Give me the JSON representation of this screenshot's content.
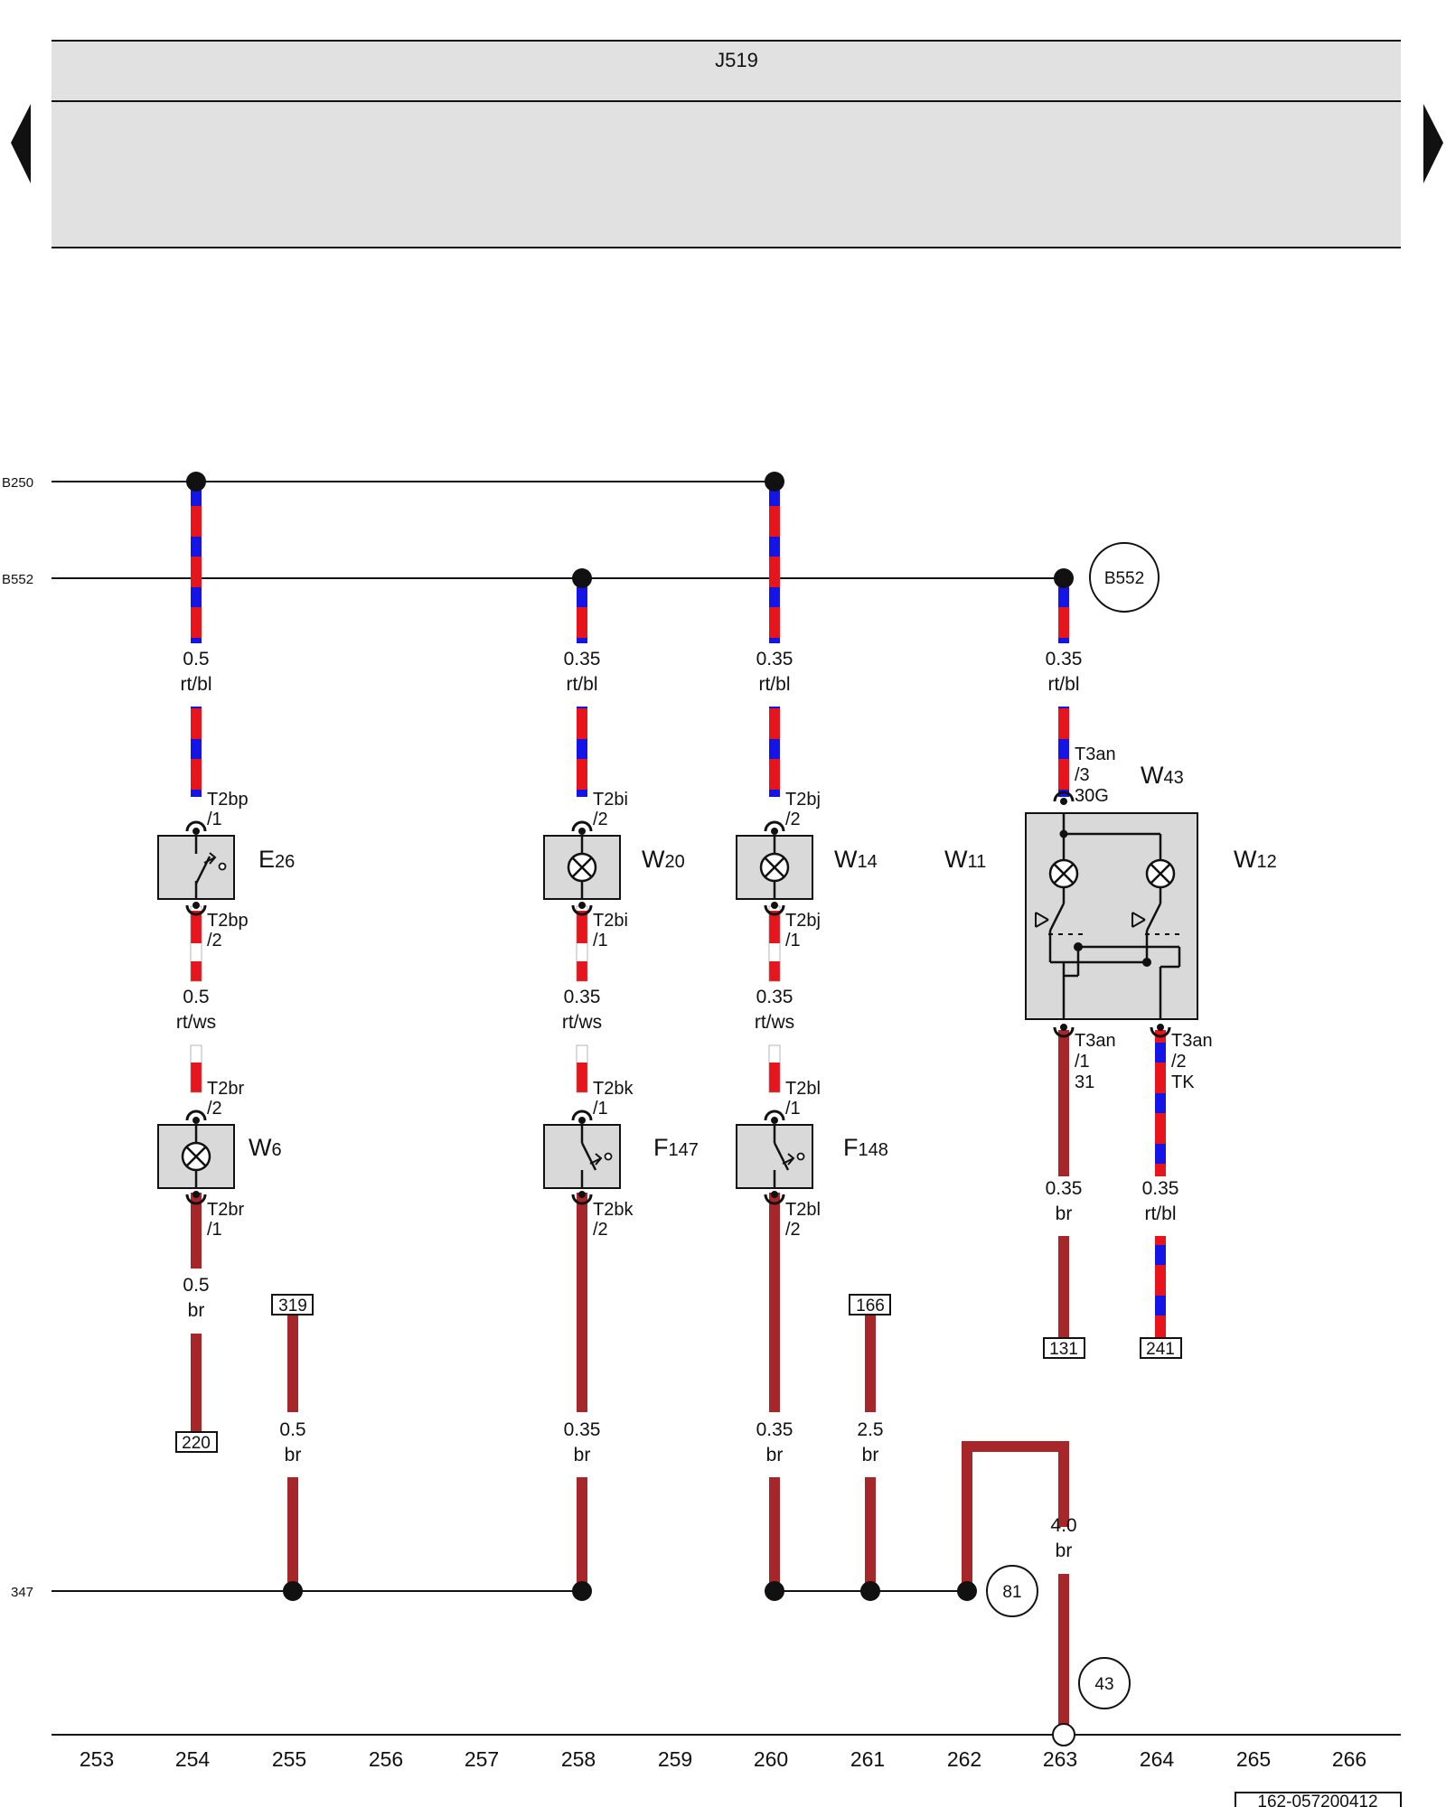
{
  "header": {
    "title": "J519"
  },
  "rails": [
    {
      "id": "r250",
      "label": "B250"
    },
    {
      "id": "r552",
      "label": "B552"
    },
    {
      "id": "r347",
      "label": "347"
    }
  ],
  "b552_marker": "B552",
  "grid_numbers": [
    "253",
    "254",
    "255",
    "256",
    "257",
    "258",
    "259",
    "260",
    "261",
    "262",
    "263",
    "264",
    "265",
    "266"
  ],
  "footer_code": "162-057200412",
  "components": [
    {
      "main": "E",
      "sub": "26"
    },
    {
      "main": "W",
      "sub": "20"
    },
    {
      "main": "W",
      "sub": "14"
    },
    {
      "main": "W",
      "sub": "11"
    },
    {
      "main": "W",
      "sub": "43"
    },
    {
      "main": "W",
      "sub": "12"
    },
    {
      "main": "W",
      "sub": "6"
    },
    {
      "main": "F",
      "sub": "147"
    },
    {
      "main": "F",
      "sub": "148"
    }
  ],
  "wire_labels": [
    {
      "gauge": "0.5",
      "color": "rt/bl"
    },
    {
      "gauge": "0.35",
      "color": "rt/bl"
    },
    {
      "gauge": "0.35",
      "color": "rt/bl"
    },
    {
      "gauge": "0.35",
      "color": "rt/bl"
    },
    {
      "gauge": "0.5",
      "color": "rt/ws"
    },
    {
      "gauge": "0.35",
      "color": "rt/ws"
    },
    {
      "gauge": "0.35",
      "color": "rt/ws"
    },
    {
      "gauge": "0.35",
      "color": "br"
    },
    {
      "gauge": "0.35",
      "color": "rt/bl"
    },
    {
      "gauge": "0.5",
      "color": "br"
    },
    {
      "gauge": "0.5",
      "color": "br"
    },
    {
      "gauge": "0.35",
      "color": "br"
    },
    {
      "gauge": "0.35",
      "color": "br"
    },
    {
      "gauge": "2.5",
      "color": "br"
    },
    {
      "gauge": "4.0",
      "color": "br"
    }
  ],
  "pins": [
    {
      "name": "T2bp",
      "num": "/1"
    },
    {
      "name": "T2bp",
      "num": "/2"
    },
    {
      "name": "T2bi",
      "num": "/2"
    },
    {
      "name": "T2bi",
      "num": "/1"
    },
    {
      "name": "T2bj",
      "num": "/2"
    },
    {
      "name": "T2bj",
      "num": "/1"
    },
    {
      "name": "T2br",
      "num": "/2"
    },
    {
      "name": "T2br",
      "num": "/1"
    },
    {
      "name": "T2bk",
      "num": "/1"
    },
    {
      "name": "T2bk",
      "num": "/2"
    },
    {
      "name": "T2bl",
      "num": "/1"
    },
    {
      "name": "T2bl",
      "num": "/2"
    },
    {
      "name": "T3an",
      "num": "/3",
      "extra": "30G"
    },
    {
      "name": "T3an",
      "num": "/1",
      "extra": "31"
    },
    {
      "name": "T3an",
      "num": "/2",
      "extra": "TK"
    }
  ],
  "refs": [
    "319",
    "220",
    "166",
    "131",
    "241"
  ],
  "ground_markers": [
    "81",
    "43"
  ],
  "colors": {
    "red": "#e8141c",
    "blue": "#1414e6",
    "brown": "#a6262a",
    "white": "#ffffff",
    "panel": "#e1e1e1",
    "component": "#d9d9d9"
  }
}
